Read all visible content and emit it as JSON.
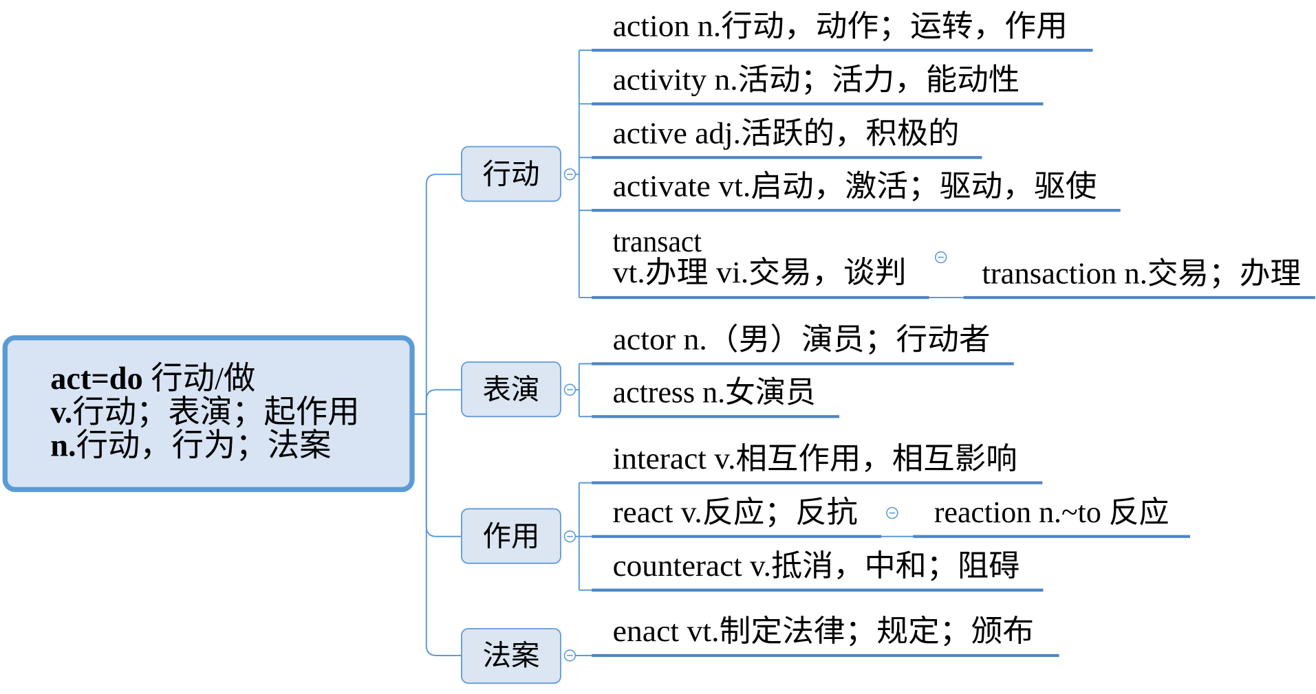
{
  "root": {
    "lines": [
      {
        "bold": "act=do",
        "text": " 行动/做"
      },
      {
        "bold": "v.",
        "text": "行动；表演；起作用"
      },
      {
        "bold": "n.",
        "text": "行动，行为；法案"
      }
    ]
  },
  "branches": [
    {
      "label": "行动",
      "leaves": [
        {
          "text": "action n.行动，动作；运转，作用"
        },
        {
          "text": "activity n.活动；活力，能动性"
        },
        {
          "text": "active adj.活跃的，积极的"
        },
        {
          "text": "activate vt.启动，激活；驱动，驱使"
        },
        {
          "lines": [
            "transact",
            "vt.办理 vi.交易，谈判"
          ],
          "children": [
            {
              "text": "transaction n.交易；办理"
            }
          ]
        }
      ]
    },
    {
      "label": "表演",
      "leaves": [
        {
          "text": "actor n.（男）演员；行动者"
        },
        {
          "text": "actress n.女演员"
        }
      ]
    },
    {
      "label": "作用",
      "leaves": [
        {
          "text": "interact v.相互作用，相互影响"
        },
        {
          "text": "react v.反应；反抗",
          "children": [
            {
              "text": "reaction n.~to 反应"
            }
          ]
        },
        {
          "text": "counteract v.抵消，中和；阻碍"
        }
      ]
    },
    {
      "label": "法案",
      "leaves": [
        {
          "text": "enact vt.制定法律；规定；颁布"
        }
      ]
    }
  ],
  "icons": {
    "collapse": "collapse-icon"
  },
  "colors": {
    "line": "#5b9bd5",
    "underline": "#4f86c6",
    "root_fill": "#d8e3f3",
    "root_border": "#5b9bd5",
    "node_fill": "#dce6f2",
    "node_border": "#6a9fd8",
    "icon_fill": "#ffffff",
    "text": "#000000"
  }
}
